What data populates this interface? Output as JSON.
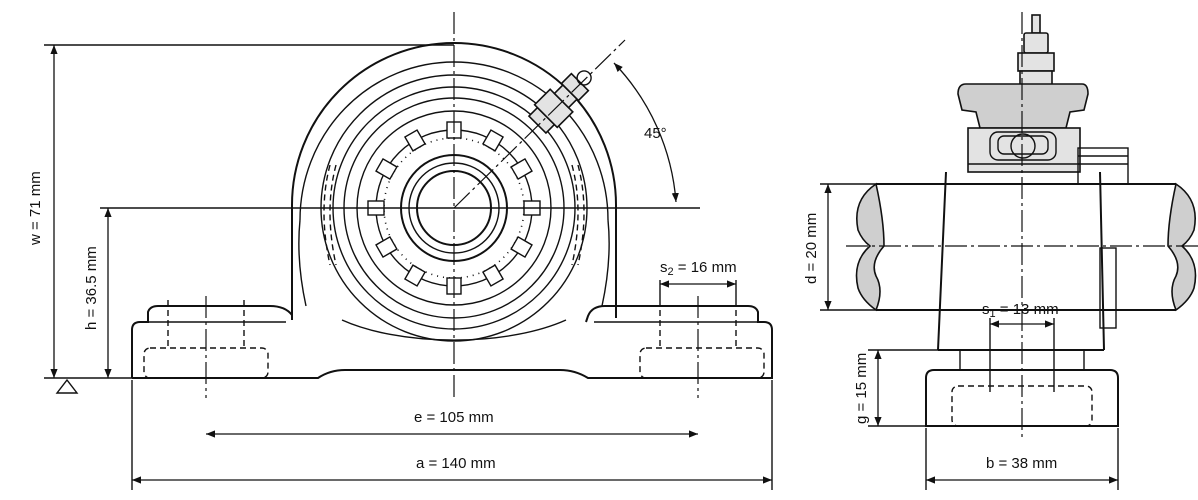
{
  "labels": {
    "w": "w = 71 mm",
    "h": "h = 36.5 mm",
    "e": "e = 105 mm",
    "a": "a = 140 mm",
    "s2_prefix": "s",
    "s2_sub": "2",
    "s2_rest": " = 16 mm",
    "angle": "45°",
    "d": "d = 20 mm",
    "s1_prefix": "s",
    "s1_sub": "1",
    "s1_rest": " = 13 mm",
    "g": "g = 15 mm",
    "b": "b = 38 mm"
  }
}
